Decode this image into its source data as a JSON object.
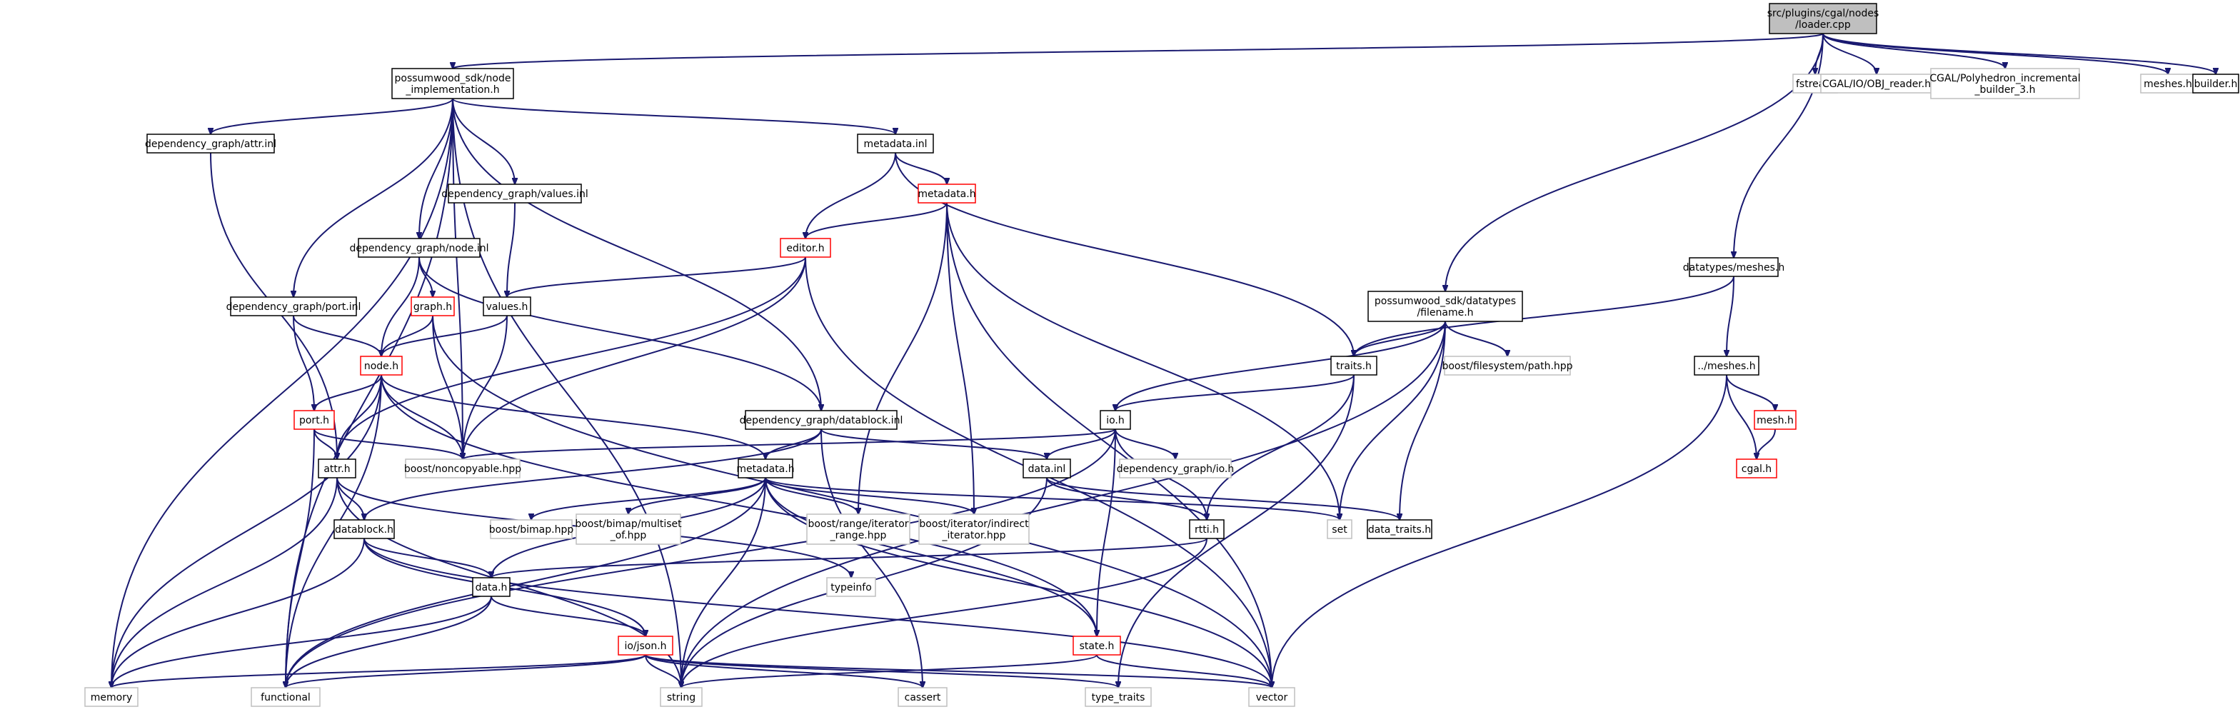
{
  "colors": {
    "edge": "#191970",
    "root_fill": "#bfbfbf",
    "red_border": "#ff0000",
    "black_border": "#000000",
    "gray_border": "#bfbfbf",
    "gray_text": "#666666",
    "text": "#000000"
  },
  "nodes": [
    {
      "id": "loader",
      "lines": [
        "src/plugins/cgal/nodes",
        "/loader.cpp"
      ],
      "style": "root"
    },
    {
      "id": "node_impl",
      "lines": [
        "possumwood_sdk/node",
        "_implementation.h"
      ],
      "style": "black"
    },
    {
      "id": "fstream",
      "lines": [
        "fstream"
      ],
      "style": "gray"
    },
    {
      "id": "obj_reader",
      "lines": [
        "CGAL/IO/OBJ_reader.h"
      ],
      "style": "gray"
    },
    {
      "id": "poly_builder",
      "lines": [
        "CGAL/Polyhedron_incremental",
        "_builder_3.h"
      ],
      "style": "gray"
    },
    {
      "id": "meshes_h",
      "lines": [
        "meshes.h"
      ],
      "style": "gray"
    },
    {
      "id": "builder_h",
      "lines": [
        "builder.h"
      ],
      "style": "black"
    },
    {
      "id": "dg_attr_inl",
      "lines": [
        "dependency_graph/attr.inl"
      ],
      "style": "black"
    },
    {
      "id": "metadata_inl",
      "lines": [
        "metadata.inl"
      ],
      "style": "black"
    },
    {
      "id": "metadata_h_red",
      "lines": [
        "metadata.h"
      ],
      "style": "red"
    },
    {
      "id": "dg_values_inl",
      "lines": [
        "dependency_graph/values.inl"
      ],
      "style": "black"
    },
    {
      "id": "dg_node_inl",
      "lines": [
        "dependency_graph/node.inl"
      ],
      "style": "black"
    },
    {
      "id": "editor_h",
      "lines": [
        "editor.h"
      ],
      "style": "red"
    },
    {
      "id": "filename_h",
      "lines": [
        "possumwood_sdk/datatypes",
        "/filename.h"
      ],
      "style": "black"
    },
    {
      "id": "dt_meshes_h",
      "lines": [
        "datatypes/meshes.h"
      ],
      "style": "black"
    },
    {
      "id": "dg_port_inl",
      "lines": [
        "dependency_graph/port.inl"
      ],
      "style": "black"
    },
    {
      "id": "graph_h",
      "lines": [
        "graph.h"
      ],
      "style": "red"
    },
    {
      "id": "values_h",
      "lines": [
        "values.h"
      ],
      "style": "black"
    },
    {
      "id": "traits_h",
      "lines": [
        "traits.h"
      ],
      "style": "black"
    },
    {
      "id": "boost_path",
      "lines": [
        "boost/filesystem/path.hpp"
      ],
      "style": "gray"
    },
    {
      "id": "up_meshes_h",
      "lines": [
        "../meshes.h"
      ],
      "style": "black"
    },
    {
      "id": "node_h",
      "lines": [
        "node.h"
      ],
      "style": "red"
    },
    {
      "id": "mesh_h",
      "lines": [
        "mesh.h"
      ],
      "style": "red"
    },
    {
      "id": "port_h",
      "lines": [
        "port.h"
      ],
      "style": "red"
    },
    {
      "id": "dg_datablock_inl",
      "lines": [
        "dependency_graph/datablock.inl"
      ],
      "style": "black"
    },
    {
      "id": "io_h",
      "lines": [
        "io.h"
      ],
      "style": "black"
    },
    {
      "id": "boost_noncopyable",
      "lines": [
        "boost/noncopyable.hpp"
      ],
      "style": "gray"
    },
    {
      "id": "dg_io_h",
      "lines": [
        "dependency_graph/io.h"
      ],
      "style": "gray"
    },
    {
      "id": "cgal_h",
      "lines": [
        "cgal.h"
      ],
      "style": "red"
    },
    {
      "id": "attr_h",
      "lines": [
        "attr.h"
      ],
      "style": "black"
    },
    {
      "id": "metadata_h_black",
      "lines": [
        "metadata.h"
      ],
      "style": "black"
    },
    {
      "id": "data_inl",
      "lines": [
        "data.inl"
      ],
      "style": "black"
    },
    {
      "id": "boost_bimap",
      "lines": [
        "boost/bimap.hpp"
      ],
      "style": "gray"
    },
    {
      "id": "boost_multiset",
      "lines": [
        "boost/bimap/multiset",
        "_of.hpp"
      ],
      "style": "gray"
    },
    {
      "id": "boost_range",
      "lines": [
        "boost/range/iterator",
        "_range.hpp"
      ],
      "style": "gray"
    },
    {
      "id": "boost_indirect",
      "lines": [
        "boost/iterator/indirect",
        "_iterator.hpp"
      ],
      "style": "gray"
    },
    {
      "id": "datablock_h",
      "lines": [
        "datablock.h"
      ],
      "style": "black"
    },
    {
      "id": "set",
      "lines": [
        "set"
      ],
      "style": "gray"
    },
    {
      "id": "data_traits_h",
      "lines": [
        "data_traits.h"
      ],
      "style": "black"
    },
    {
      "id": "rtti_h",
      "lines": [
        "rtti.h"
      ],
      "style": "black"
    },
    {
      "id": "typeinfo",
      "lines": [
        "typeinfo"
      ],
      "style": "gray"
    },
    {
      "id": "data_h",
      "lines": [
        "data.h"
      ],
      "style": "black"
    },
    {
      "id": "io_json_h",
      "lines": [
        "io/json.h"
      ],
      "style": "red"
    },
    {
      "id": "state_h",
      "lines": [
        "state.h"
      ],
      "style": "red"
    },
    {
      "id": "memory",
      "lines": [
        "memory"
      ],
      "style": "gray"
    },
    {
      "id": "functional",
      "lines": [
        "functional"
      ],
      "style": "gray"
    },
    {
      "id": "string",
      "lines": [
        "string"
      ],
      "style": "gray"
    },
    {
      "id": "cassert",
      "lines": [
        "cassert"
      ],
      "style": "gray"
    },
    {
      "id": "type_traits",
      "lines": [
        "type_traits"
      ],
      "style": "gray"
    },
    {
      "id": "vector",
      "lines": [
        "vector"
      ],
      "style": "gray"
    }
  ],
  "edges": [
    [
      "loader",
      "node_impl"
    ],
    [
      "loader",
      "fstream"
    ],
    [
      "loader",
      "obj_reader"
    ],
    [
      "loader",
      "poly_builder"
    ],
    [
      "loader",
      "meshes_h"
    ],
    [
      "loader",
      "builder_h"
    ],
    [
      "loader",
      "filename_h"
    ],
    [
      "loader",
      "dt_meshes_h"
    ],
    [
      "node_impl",
      "dg_attr_inl"
    ],
    [
      "node_impl",
      "metadata_inl"
    ],
    [
      "node_impl",
      "dg_values_inl"
    ],
    [
      "node_impl",
      "dg_node_inl"
    ],
    [
      "node_impl",
      "dg_port_inl"
    ],
    [
      "node_impl",
      "dg_datablock_inl"
    ],
    [
      "node_impl",
      "boost_noncopyable"
    ],
    [
      "node_impl",
      "functional"
    ],
    [
      "node_impl",
      "string"
    ],
    [
      "node_impl",
      "memory"
    ],
    [
      "dg_attr_inl",
      "attr_h"
    ],
    [
      "metadata_inl",
      "metadata_h_red"
    ],
    [
      "metadata_inl",
      "editor_h"
    ],
    [
      "metadata_inl",
      "traits_h"
    ],
    [
      "metadata_h_red",
      "editor_h"
    ],
    [
      "metadata_h_red",
      "boost_range"
    ],
    [
      "metadata_h_red",
      "boost_indirect"
    ],
    [
      "metadata_h_red",
      "set"
    ],
    [
      "metadata_h_red",
      "vector"
    ],
    [
      "editor_h",
      "values_h"
    ],
    [
      "editor_h",
      "attr_h"
    ],
    [
      "editor_h",
      "boost_noncopyable"
    ],
    [
      "editor_h",
      "vector"
    ],
    [
      "dg_values_inl",
      "values_h"
    ],
    [
      "dg_node_inl",
      "graph_h"
    ],
    [
      "dg_node_inl",
      "node_h"
    ],
    [
      "dg_node_inl",
      "dg_datablock_inl"
    ],
    [
      "dg_port_inl",
      "port_h"
    ],
    [
      "dg_port_inl",
      "node_h"
    ],
    [
      "graph_h",
      "node_h"
    ],
    [
      "graph_h",
      "boost_noncopyable"
    ],
    [
      "graph_h",
      "vector"
    ],
    [
      "values_h",
      "node_h"
    ],
    [
      "values_h",
      "boost_noncopyable"
    ],
    [
      "node_h",
      "port_h"
    ],
    [
      "node_h",
      "attr_h"
    ],
    [
      "node_h",
      "boost_noncopyable"
    ],
    [
      "node_h",
      "metadata_h_black"
    ],
    [
      "node_h",
      "state_h"
    ],
    [
      "node_h",
      "memory"
    ],
    [
      "node_h",
      "functional"
    ],
    [
      "port_h",
      "attr_h"
    ],
    [
      "port_h",
      "boost_noncopyable"
    ],
    [
      "port_h",
      "functional"
    ],
    [
      "attr_h",
      "datablock_h"
    ],
    [
      "attr_h",
      "typeinfo"
    ],
    [
      "attr_h",
      "memory"
    ],
    [
      "attr_h",
      "string"
    ],
    [
      "dg_datablock_inl",
      "metadata_h_black"
    ],
    [
      "dg_datablock_inl",
      "data_inl"
    ],
    [
      "dg_datablock_inl",
      "datablock_h"
    ],
    [
      "dg_datablock_inl",
      "cassert"
    ],
    [
      "filename_h",
      "traits_h"
    ],
    [
      "filename_h",
      "io_h"
    ],
    [
      "filename_h",
      "boost_path"
    ],
    [
      "filename_h",
      "set"
    ],
    [
      "filename_h",
      "data_traits_h"
    ],
    [
      "filename_h",
      "string"
    ],
    [
      "dt_meshes_h",
      "traits_h"
    ],
    [
      "dt_meshes_h",
      "up_meshes_h"
    ],
    [
      "up_meshes_h",
      "mesh_h"
    ],
    [
      "up_meshes_h",
      "cgal_h"
    ],
    [
      "up_meshes_h",
      "vector"
    ],
    [
      "mesh_h",
      "cgal_h"
    ],
    [
      "traits_h",
      "io_h"
    ],
    [
      "traits_h",
      "rtti_h"
    ],
    [
      "traits_h",
      "type_traits"
    ],
    [
      "io_h",
      "boost_noncopyable"
    ],
    [
      "io_h",
      "dg_io_h"
    ],
    [
      "io_h",
      "data_inl"
    ],
    [
      "io_h",
      "rtti_h"
    ],
    [
      "io_h",
      "state_h"
    ],
    [
      "io_h",
      "functional"
    ],
    [
      "metadata_h_black",
      "boost_bimap"
    ],
    [
      "metadata_h_black",
      "boost_multiset"
    ],
    [
      "metadata_h_black",
      "boost_range"
    ],
    [
      "metadata_h_black",
      "boost_indirect"
    ],
    [
      "metadata_h_black",
      "set"
    ],
    [
      "metadata_h_black",
      "data_h"
    ],
    [
      "metadata_h_black",
      "functional"
    ],
    [
      "metadata_h_black",
      "string"
    ],
    [
      "metadata_h_black",
      "state_h"
    ],
    [
      "metadata_h_black",
      "vector"
    ],
    [
      "data_inl",
      "rtti_h"
    ],
    [
      "data_inl",
      "data_traits_h"
    ],
    [
      "data_inl",
      "string"
    ],
    [
      "datablock_h",
      "data_h"
    ],
    [
      "datablock_h",
      "io_json_h"
    ],
    [
      "datablock_h",
      "memory"
    ],
    [
      "datablock_h",
      "vector"
    ],
    [
      "rtti_h",
      "data_h"
    ],
    [
      "rtti_h",
      "string"
    ],
    [
      "data_h",
      "io_json_h"
    ],
    [
      "data_h",
      "functional"
    ],
    [
      "data_h",
      "memory"
    ],
    [
      "io_json_h",
      "memory"
    ],
    [
      "io_json_h",
      "functional"
    ],
    [
      "io_json_h",
      "string"
    ],
    [
      "io_json_h",
      "cassert"
    ],
    [
      "io_json_h",
      "type_traits"
    ],
    [
      "io_json_h",
      "vector"
    ],
    [
      "state_h",
      "string"
    ],
    [
      "state_h",
      "vector"
    ]
  ]
}
